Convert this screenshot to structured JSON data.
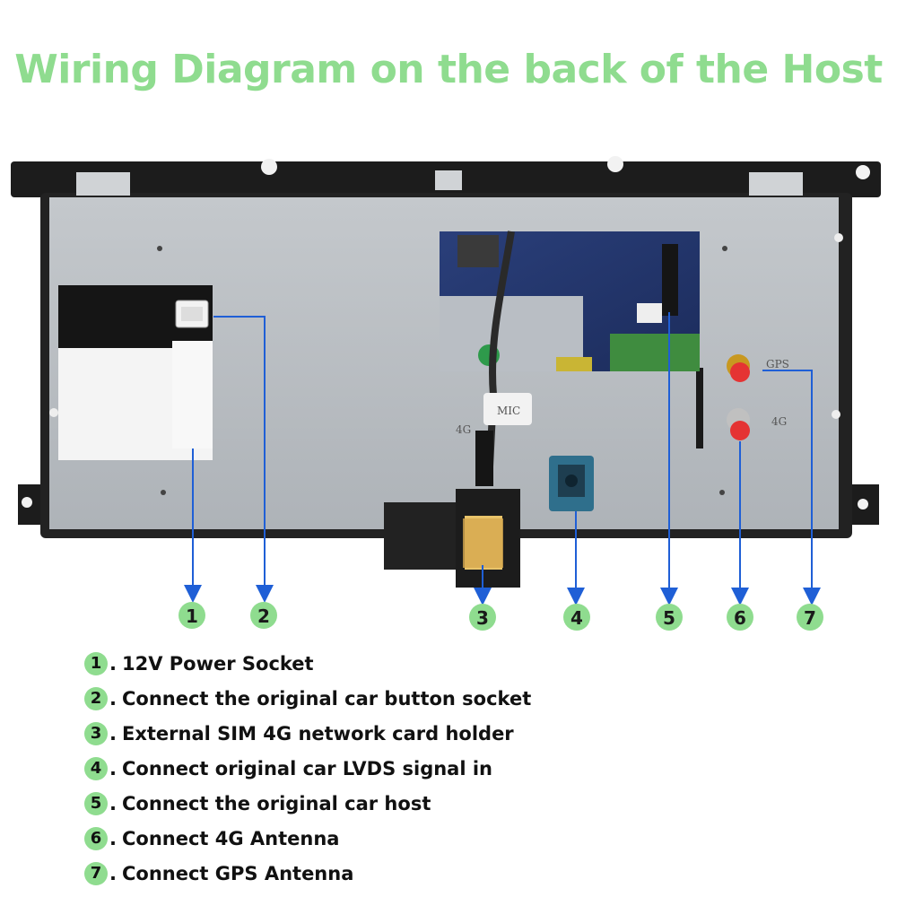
{
  "title": "Wiring Diagram on the back of the Host",
  "board_labels": {
    "gps": "GPS",
    "g4": "4G",
    "g4_left": "4G",
    "mic": "MIC"
  },
  "callouts": [
    "1",
    "2",
    "3",
    "4",
    "5",
    "6",
    "7"
  ],
  "legend": [
    {
      "num": "1",
      "text": "12V Power Socket"
    },
    {
      "num": "2",
      "text": "Connect the original car button socket"
    },
    {
      "num": "3",
      "text": "External SIM 4G network card holder"
    },
    {
      "num": "4",
      "text": "Connect original car LVDS signal in"
    },
    {
      "num": "5",
      "text": "Connect the original car host"
    },
    {
      "num": "6",
      "text": "Connect 4G Antenna"
    },
    {
      "num": "7",
      "text": "Connect GPS Antenna"
    }
  ],
  "colors": {
    "title": "#8fdc8f",
    "callout_fill": "#8fdc8f",
    "arrow": "#1f5fd6"
  }
}
